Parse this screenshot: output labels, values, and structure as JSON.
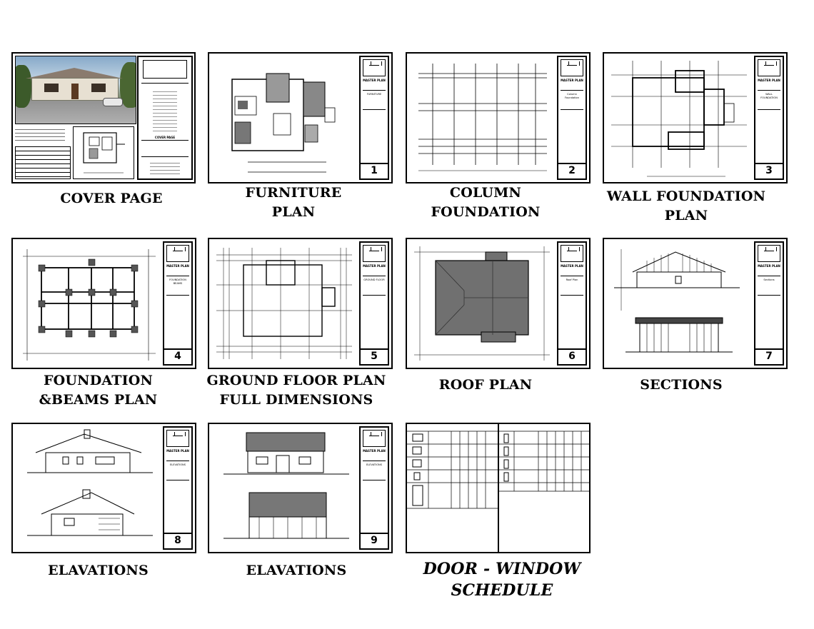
{
  "sheets": [
    {
      "caption_lines": [
        "COVER PAGE"
      ],
      "number": "",
      "title_block_text": "COVER PAGE"
    },
    {
      "caption_lines": [
        "FURNITURE",
        "PLAN"
      ],
      "number": "1",
      "title_block_text": "FURNITURE"
    },
    {
      "caption_lines": [
        "COLUMN",
        "FOUNDATION"
      ],
      "number": "2",
      "title_block_text": "Column Foundation"
    },
    {
      "caption_lines": [
        "WALL FOUNDATION",
        "PLAN"
      ],
      "number": "3",
      "title_block_text": "WALL FOUNDATION"
    },
    {
      "caption_lines": [
        "FOUNDATION",
        "&BEAMS PLAN"
      ],
      "number": "4",
      "title_block_text": "FOUNDATION BEAMS"
    },
    {
      "caption_lines": [
        "GROUND FLOOR PLAN",
        "FULL DIMENSIONS"
      ],
      "number": "5",
      "title_block_text": "GROUND FLOOR"
    },
    {
      "caption_lines": [
        "ROOF  PLAN"
      ],
      "number": "6",
      "title_block_text": "Roof Plan"
    },
    {
      "caption_lines": [
        "SECTIONS"
      ],
      "number": "7",
      "title_block_text": "Sections"
    },
    {
      "caption_lines": [
        "ELAVATIONS"
      ],
      "number": "8",
      "title_block_text": "ELEVATIONS"
    },
    {
      "caption_lines": [
        "ELAVATIONS"
      ],
      "number": "9",
      "title_block_text": "ELEVATIONS"
    },
    {
      "caption_lines": [
        "DOOR - WINDOW",
        "SCHEDULE"
      ],
      "number": "",
      "title_block_text": ""
    }
  ],
  "title_block_firm": "MASTER PLAN",
  "colors": {
    "ink": "#000000",
    "roof_fill": "#707070",
    "column_fill": "#555555"
  }
}
